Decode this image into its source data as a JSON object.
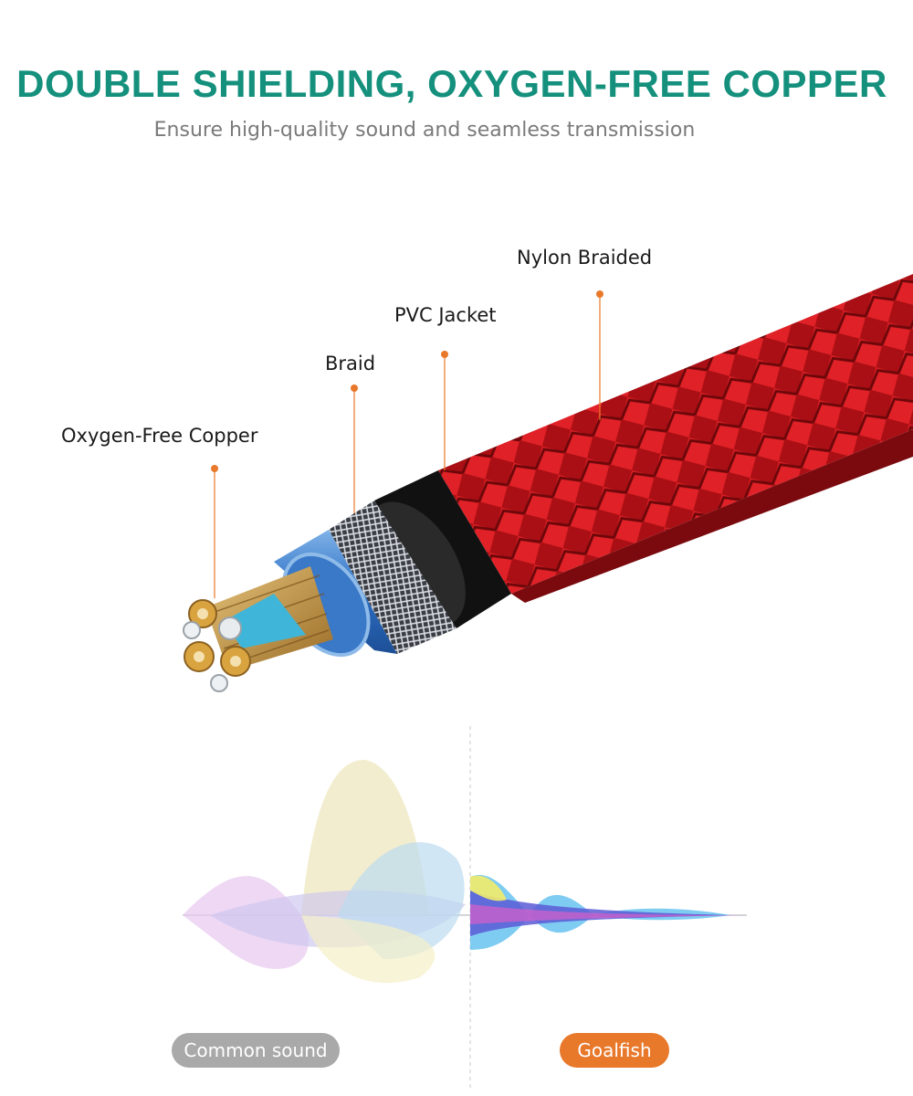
{
  "header": {
    "title": "DOUBLE SHIELDING, OXYGEN-FREE COPPER",
    "subtitle": "Ensure high-quality sound and seamless transmission"
  },
  "callouts": {
    "nylon": "Nylon Braided",
    "pvc": "PVC Jacket",
    "braid": "Braid",
    "copper": "Oxygen-Free Copper"
  },
  "comparison": {
    "left_label": "Common sound",
    "right_label": "Goalfish"
  },
  "colors": {
    "title": "#14907d",
    "accent": "#e8782a",
    "braid_red": "#c8161b",
    "pill_gray": "#a9a9a9",
    "pill_orange": "#e8782a"
  }
}
